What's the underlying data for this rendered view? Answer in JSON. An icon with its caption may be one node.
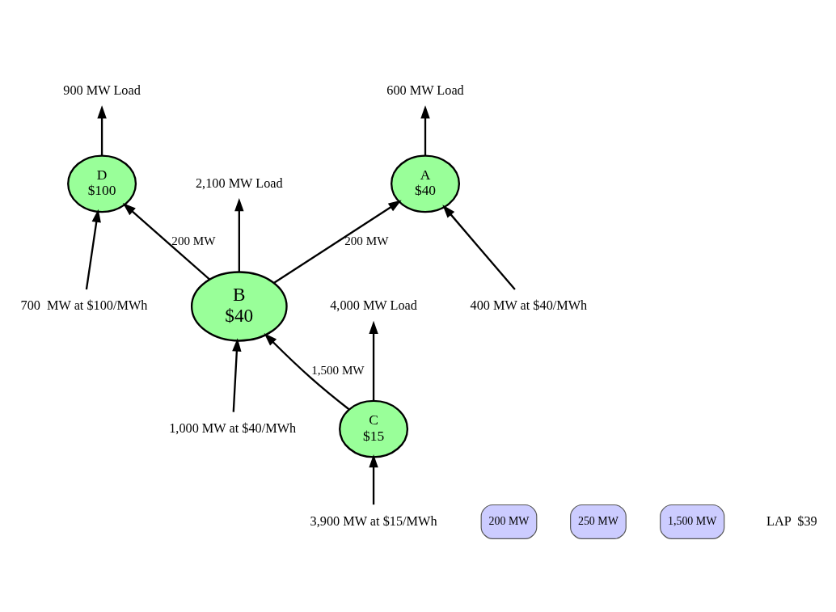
{
  "diagram": {
    "nodes": [
      {
        "text": [
          "900 MW Load"
        ]
      },
      {
        "text": [
          "600 MW Load"
        ]
      },
      {
        "text": [
          "D",
          "$100"
        ]
      },
      {
        "text": [
          "A",
          "$40"
        ]
      },
      {
        "text": [
          "200 MW"
        ]
      },
      {
        "text": [
          "250 MW"
        ]
      },
      {
        "text": [
          "700  MW at $100/MWh"
        ]
      },
      {
        "text": [
          "B",
          "$40"
        ]
      },
      {
        "text": [
          "400 MW at $40/MWh"
        ]
      },
      {
        "text": [
          "4,000 MW Load"
        ]
      },
      {
        "text": [
          "2,100 MW Load"
        ]
      },
      {
        "text": [
          "1,500 MW"
        ]
      },
      {
        "text": [
          "C",
          "$15"
        ]
      },
      {
        "text": [
          "1,000 MW at $40/MWh"
        ]
      },
      {
        "text": [
          "3,900 MW at $15/MWh"
        ]
      }
    ],
    "edges": [
      {
        "from": 2,
        "to": 0,
        "arrow": "to"
      },
      {
        "from": 3,
        "to": 1,
        "arrow": "to"
      },
      {
        "from": 6,
        "to": 2,
        "arrow": "to"
      },
      {
        "from": 8,
        "to": 3,
        "arrow": "to"
      },
      {
        "from": 7,
        "to": 2,
        "arrow": "to",
        "label": "200 MW"
      },
      {
        "from": 7,
        "to": 3,
        "arrow": "to",
        "label": "200 MW"
      },
      {
        "from": 12,
        "to": 9,
        "arrow": "to"
      },
      {
        "from": 7,
        "to": 10,
        "arrow": "to"
      },
      {
        "from": 12,
        "to": 7,
        "arrow": "to",
        "label": "1,500 MW"
      },
      {
        "from": 13,
        "to": 7,
        "arrow": "to"
      },
      {
        "from": 14,
        "to": 12,
        "arrow": "to"
      }
    ],
    "labels": [
      "LAP  $39"
    ]
  }
}
